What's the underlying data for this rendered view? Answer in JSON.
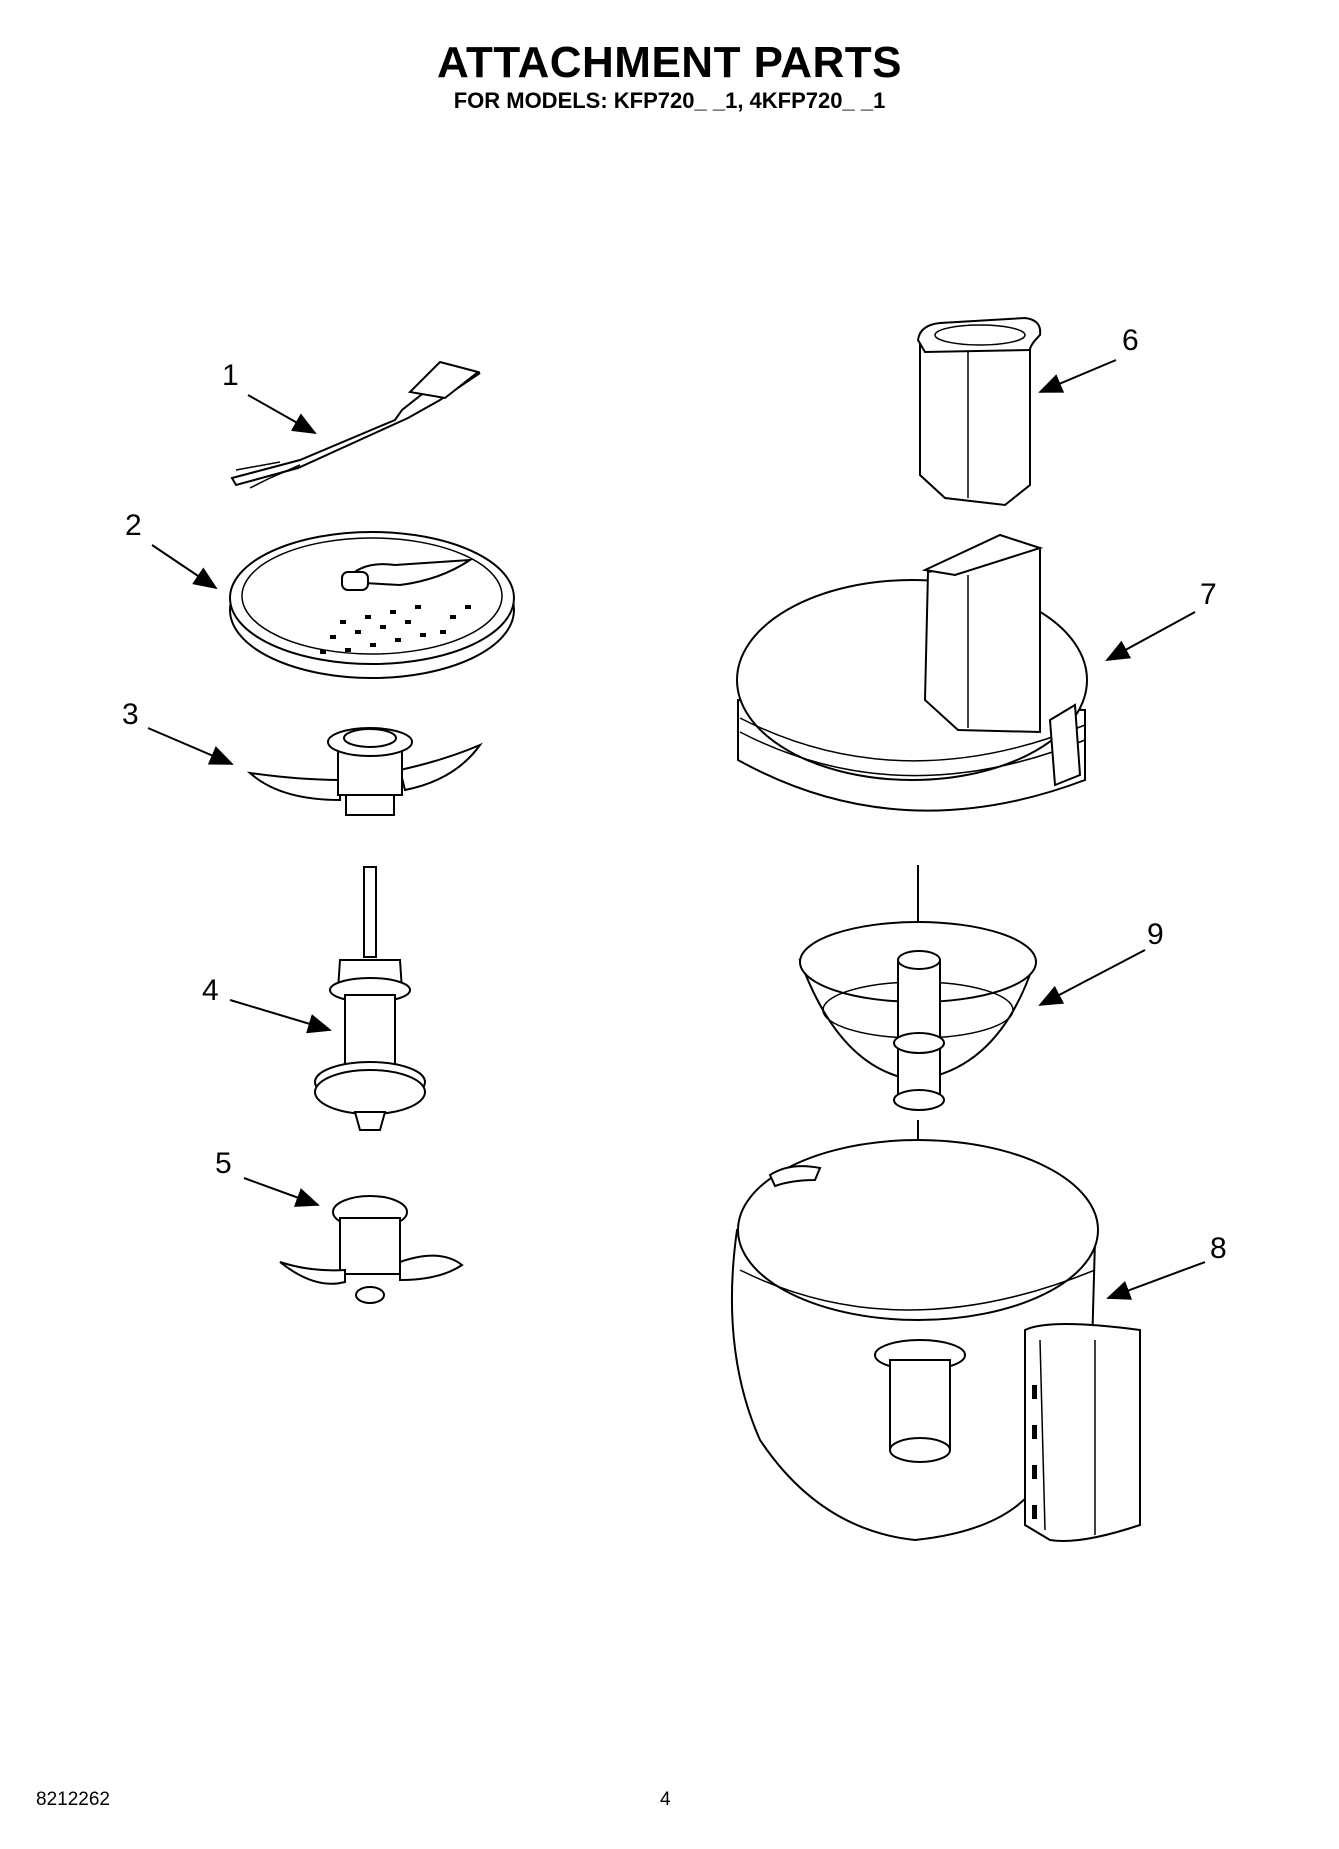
{
  "header": {
    "title": "ATTACHMENT PARTS",
    "subtitle": "FOR MODELS: KFP720_ _1, 4KFP720_ _1"
  },
  "footer": {
    "doc_number": "8212262",
    "page_number": "4"
  },
  "callouts": [
    "1",
    "2",
    "3",
    "4",
    "5",
    "6",
    "7",
    "8",
    "9"
  ]
}
